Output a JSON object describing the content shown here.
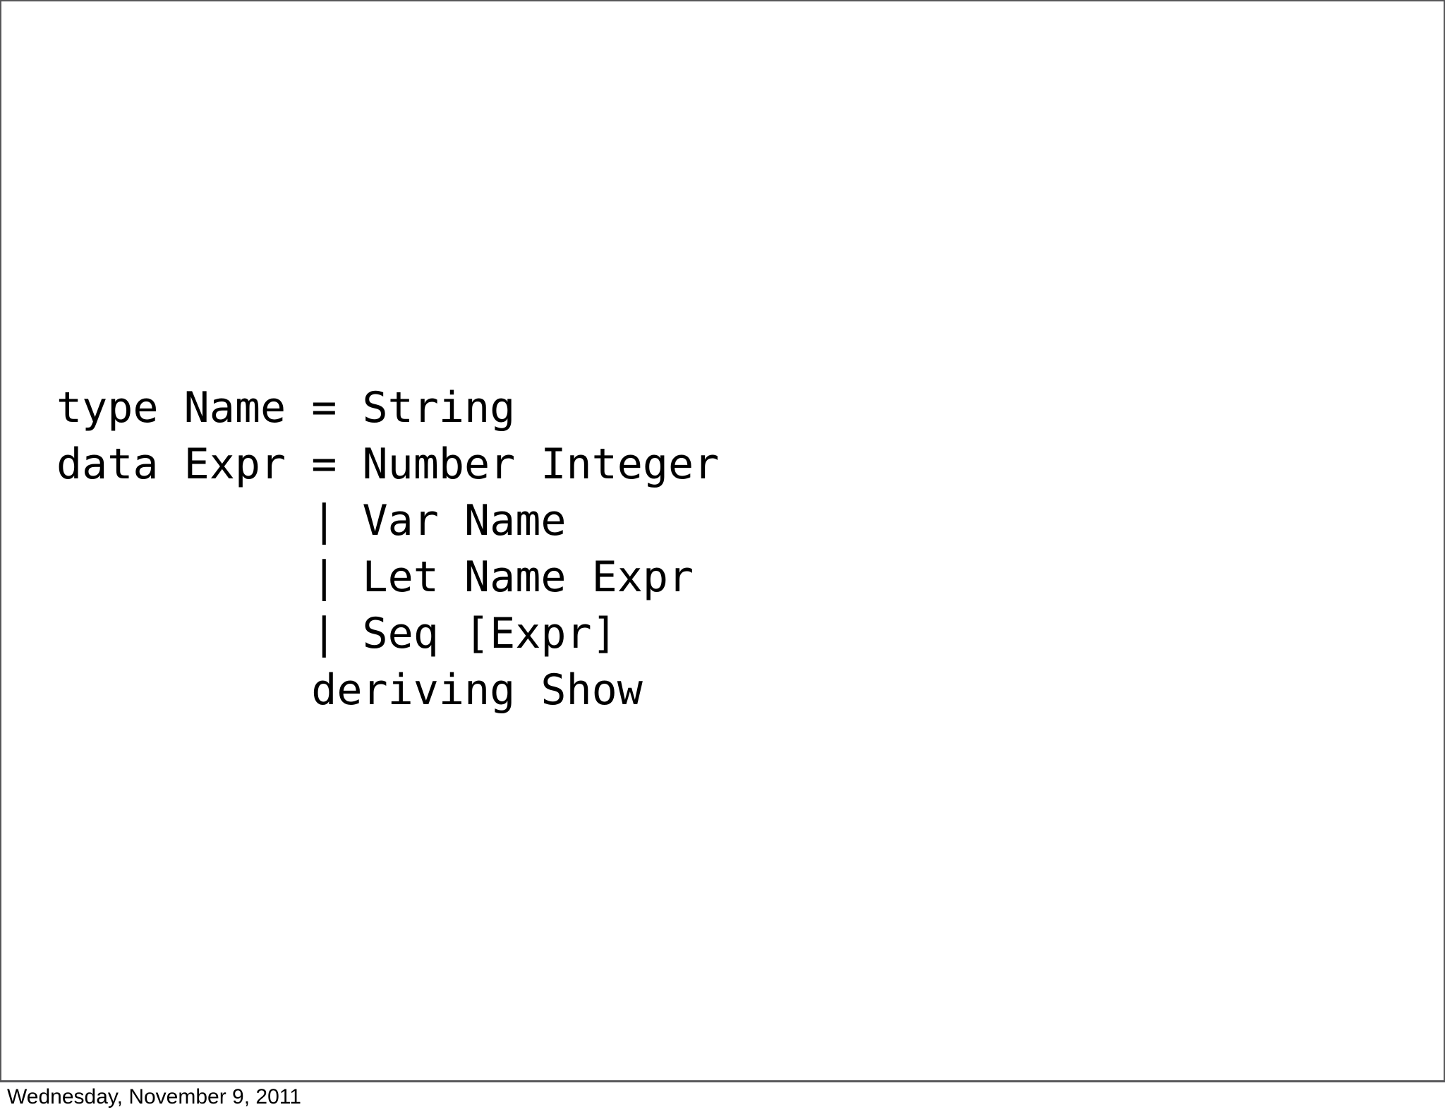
{
  "slide": {
    "code_lines": [
      "type Name = String",
      "data Expr = Number Integer",
      "          | Var Name",
      "          | Let Name Expr",
      "          | Seq [Expr]",
      "          deriving Show"
    ]
  },
  "footer": {
    "date": "Wednesday, November 9, 2011"
  },
  "colors": {
    "slide_border": "#58585a",
    "background": "#ffffff",
    "code_text": "#000000",
    "footer_text": "#000000"
  }
}
